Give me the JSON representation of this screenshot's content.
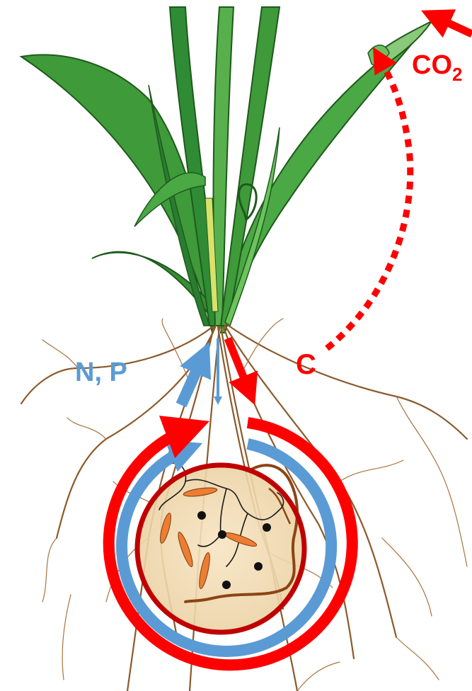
{
  "labels": {
    "co2_main": "CO",
    "co2_sub": "2",
    "nutrients": "N, P",
    "carbon": "C"
  },
  "colors": {
    "carbon_red": "#ff0000",
    "dark_red": "#c00000",
    "nutrient_blue": "#5b9bd5",
    "leaf_green": "#3f9a3a",
    "root_brown": "#8b5a2b",
    "soil_tan": "#f3dcb5",
    "fungal_hyphae": "#8b4513",
    "bacteria_orange": "#ed7d31"
  },
  "icons": {
    "plant": "cereal-plant-icon",
    "roots": "root-system-icon",
    "microbes": "soil-microbes-icon"
  }
}
